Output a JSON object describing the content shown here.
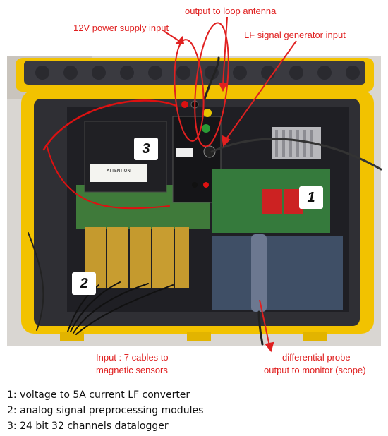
{
  "annotations": {
    "power_input": "12V power supply input",
    "loop_antenna": "output to loop antenna",
    "lf_generator": "LF signal generator input",
    "input_cables_line1": "Input : 7 cables to",
    "input_cables_line2": "magnetic sensors",
    "probe_line1": "differential probe",
    "probe_line2": "output to monitor (scope)"
  },
  "markers": {
    "one": "1",
    "two": "2",
    "three": "3"
  },
  "device_labels": {
    "attention": "ATTENTION"
  },
  "legend": [
    "1: voltage to 5A current LF converter",
    "2: analog signal preprocessing modules",
    "3: 24 bit 32 channels datalogger"
  ],
  "colors": {
    "annotation": "#e02020",
    "case": "#f2c200",
    "foam": "#2f2f34"
  }
}
